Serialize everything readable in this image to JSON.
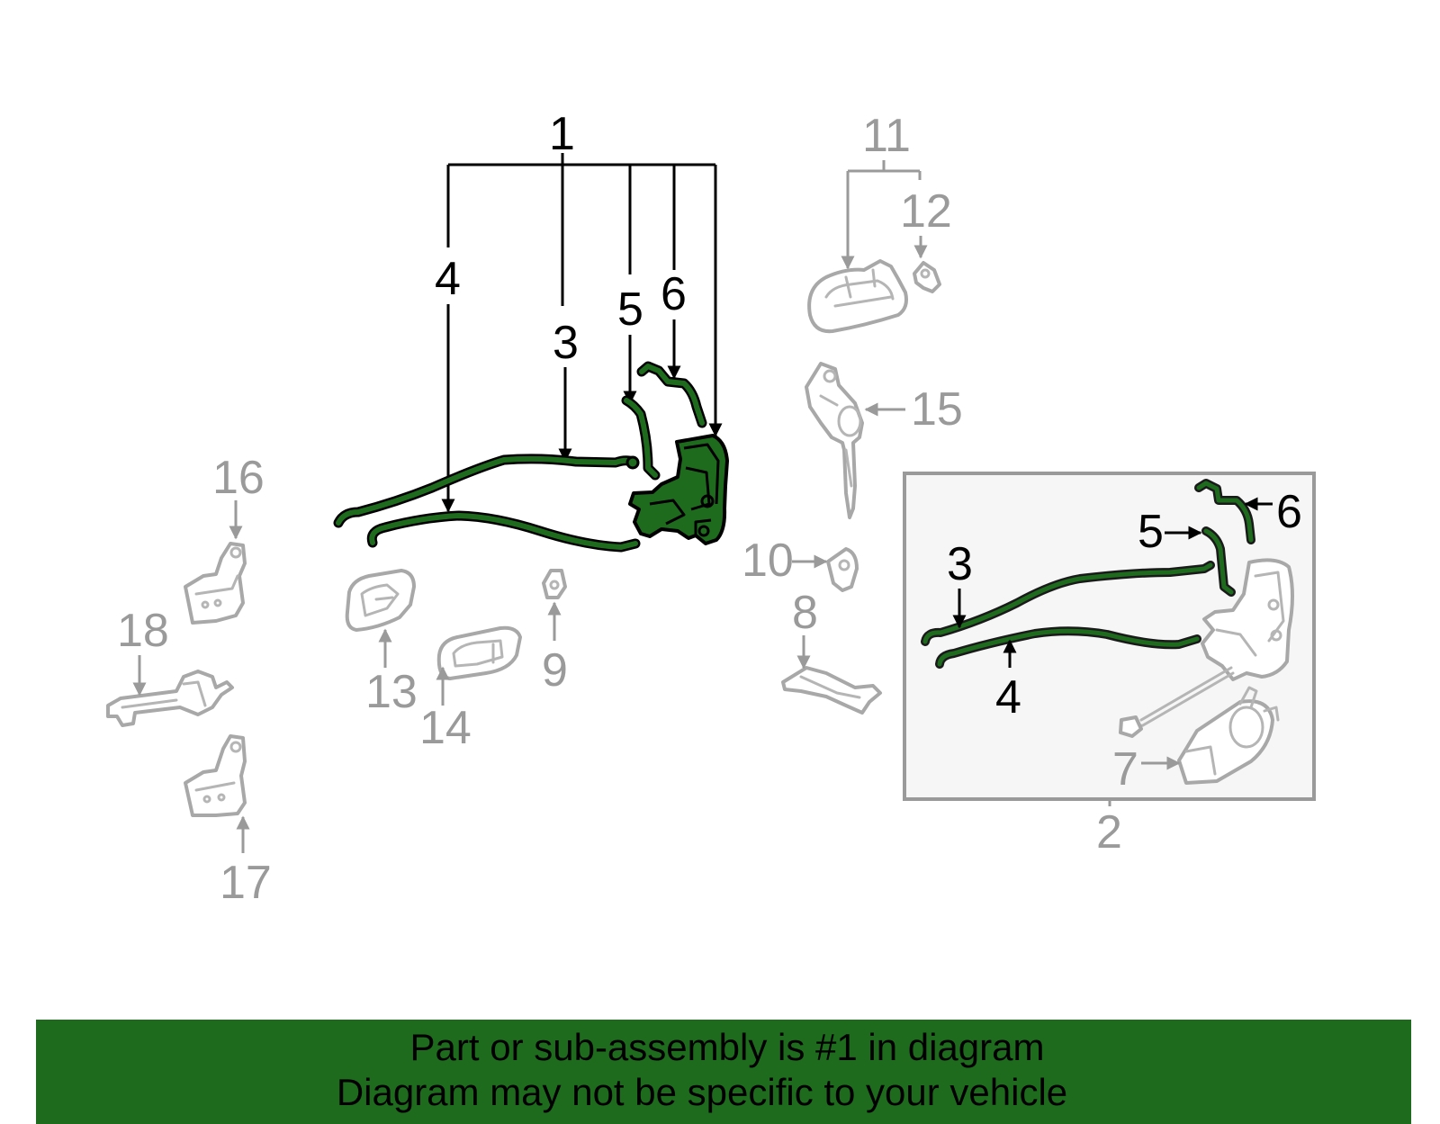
{
  "callouts": {
    "c1": "1",
    "c2": "2",
    "c3": "3",
    "c4": "4",
    "c5": "5",
    "c6": "6",
    "c7": "7",
    "c8": "8",
    "c9": "9",
    "c10": "10",
    "c11": "11",
    "c12": "12",
    "c13": "13",
    "c14": "14",
    "c15": "15",
    "c16": "16",
    "c17": "17",
    "c18": "18"
  },
  "highlighted_part": "1",
  "colors": {
    "highlight": "#1e6b1e",
    "active_callout": "#000000",
    "muted_callout": "#9a9a9a",
    "banner_background": "#1e6b1e"
  },
  "footer": {
    "line1": "Part or sub-assembly is #1 in diagram",
    "line2": "Diagram may not be specific to your vehicle"
  }
}
